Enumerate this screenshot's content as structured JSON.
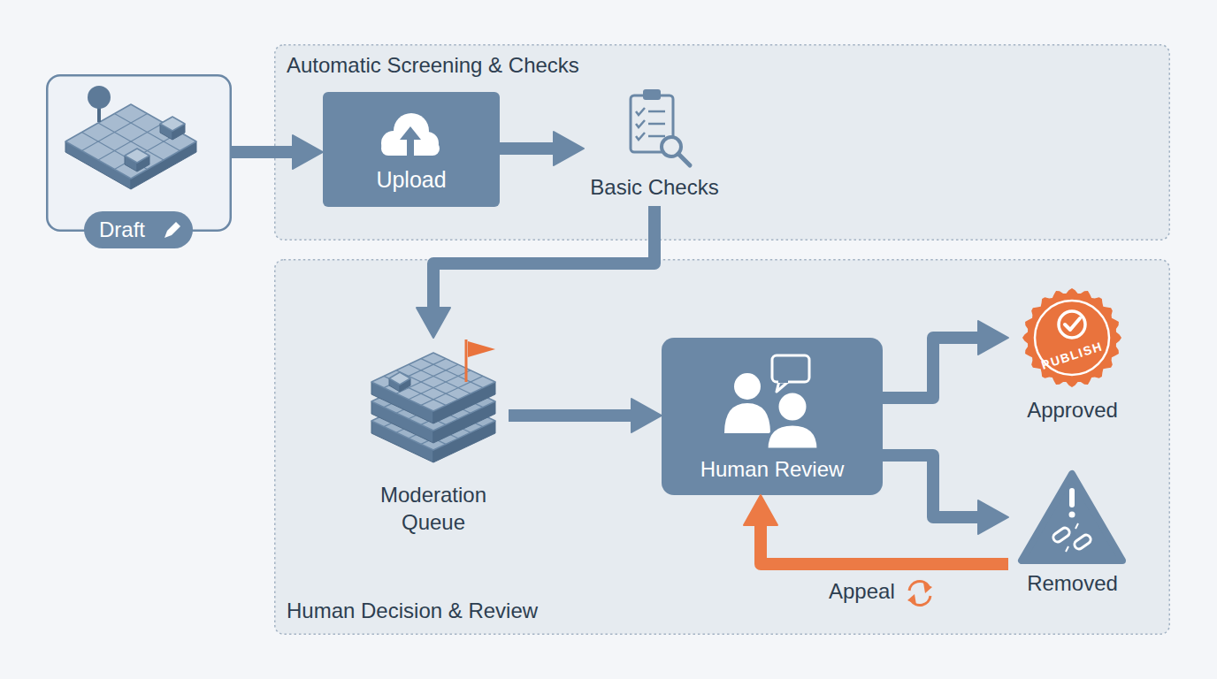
{
  "diagram": {
    "nodes": [
      {
        "text": [
          "Draft"
        ]
      },
      {
        "text": [
          "Automatic Screening & Checks"
        ]
      },
      {
        "text": [
          "Upload"
        ],
        "in": 1
      },
      {
        "text": [
          "Basic Checks"
        ],
        "in": 1
      },
      {
        "text": [
          "Human Decision & Review"
        ]
      },
      {
        "text": [
          "Moderation Queue"
        ],
        "in": 4
      },
      {
        "text": [
          "Human Review"
        ],
        "in": 4
      },
      {
        "text": [
          "PUBLISH",
          "Approved"
        ],
        "in": 4
      },
      {
        "text": [
          "Removed"
        ],
        "in": 4
      }
    ],
    "edges": [
      {
        "from": 0,
        "to": 2,
        "arrow": "to"
      },
      {
        "from": 2,
        "to": 3,
        "arrow": "to"
      },
      {
        "from": 3,
        "to": 5,
        "arrow": "to"
      },
      {
        "from": 5,
        "to": 6,
        "arrow": "to"
      },
      {
        "from": 6,
        "to": 7,
        "arrow": "to"
      },
      {
        "from": 6,
        "to": 8,
        "arrow": "to"
      },
      {
        "from": 8,
        "to": 6,
        "label": "Appeal",
        "arrow": "to"
      }
    ]
  }
}
